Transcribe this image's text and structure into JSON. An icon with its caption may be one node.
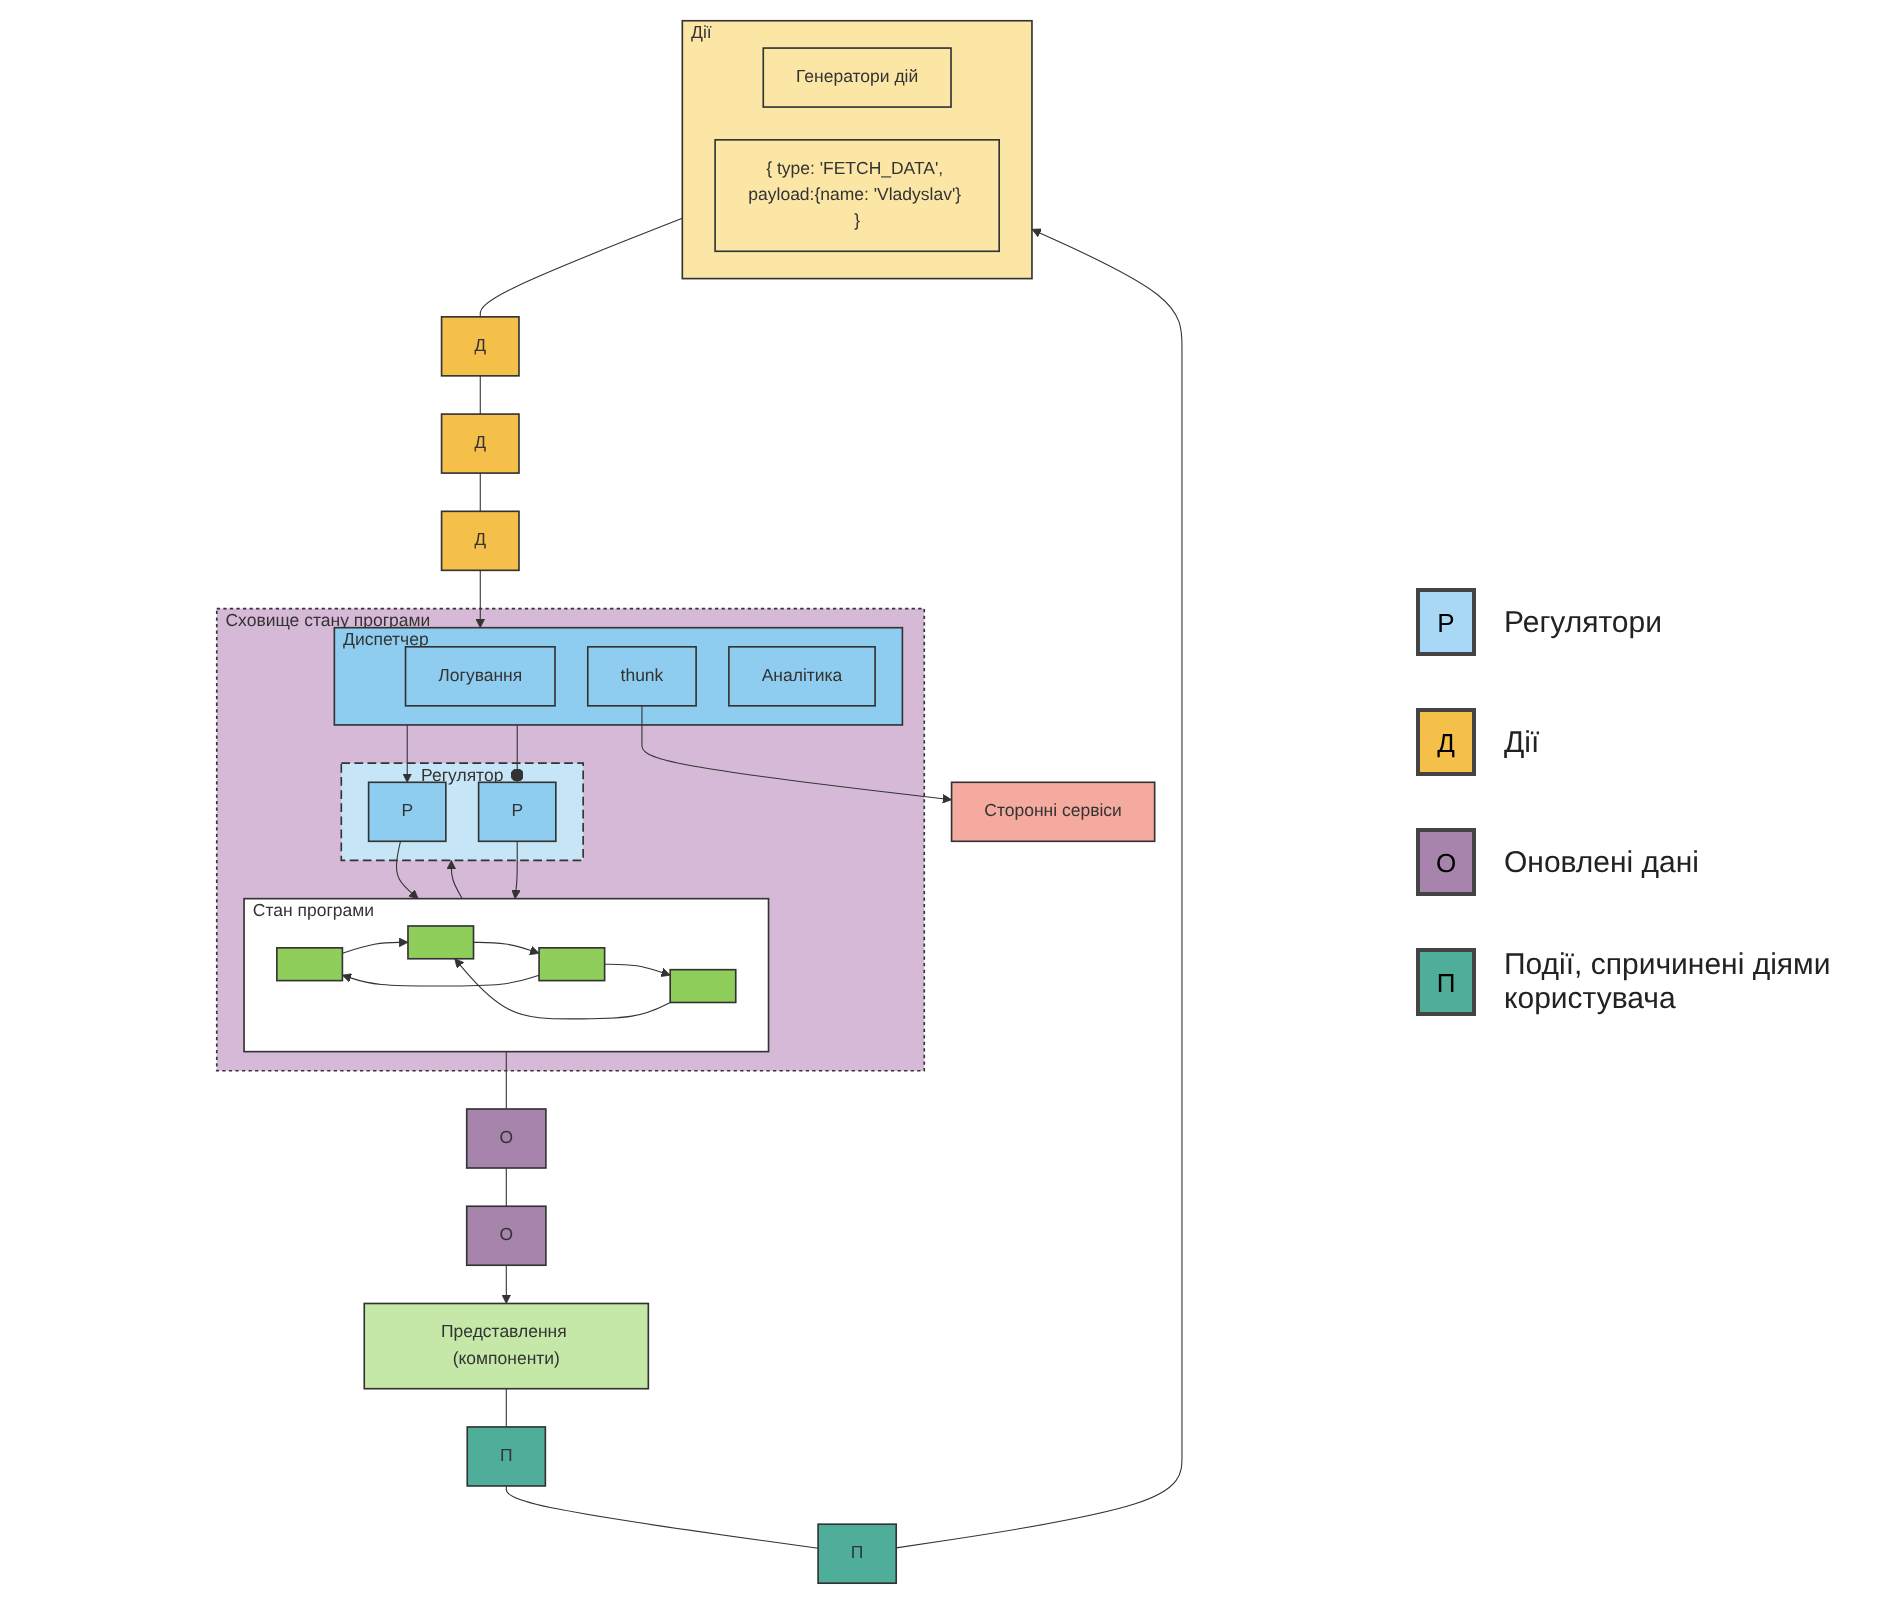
{
  "diagram": {
    "nodes": [
      {
        "text": [
          "Сховище стану програми"
        ]
      },
      {
        "text": [
          "Диспетчер"
        ],
        "in": 0
      },
      {
        "text": [
          "Логування"
        ],
        "in": 1
      },
      {
        "text": [
          "thunk"
        ],
        "in": 1
      },
      {
        "text": [
          "Аналітика"
        ],
        "in": 1
      },
      {
        "text": [
          "Сторонні сервіси"
        ]
      },
      {
        "text": [
          "Регулятор"
        ],
        "in": 0
      },
      {
        "text": [
          "Р"
        ],
        "in": 6
      },
      {
        "text": [
          "Р"
        ],
        "in": 6
      },
      {
        "text": [
          "Стан програми"
        ],
        "in": 0
      },
      {
        "text": [],
        "shape": "box",
        "in": 9
      },
      {
        "text": [],
        "shape": "box",
        "in": 9
      },
      {
        "text": [],
        "shape": "box",
        "in": 9
      },
      {
        "text": [],
        "shape": "box",
        "in": 9
      },
      {
        "text": [
          "Дії"
        ]
      },
      {
        "text": [
          "Генератори дій"
        ],
        "in": 14
      },
      {
        "text": [
          "{ type: 'FETCH_DATA', payload:{name: 'Vladyslav'} }"
        ],
        "in": 14
      },
      {
        "text": [
          "Представлення (компоненти)"
        ]
      },
      {
        "text": [
          "Д"
        ]
      },
      {
        "text": [
          "Д"
        ]
      },
      {
        "text": [
          "Д"
        ]
      },
      {
        "text": [
          "О"
        ]
      },
      {
        "text": [
          "О"
        ]
      },
      {
        "text": [
          "П"
        ]
      },
      {
        "text": [
          "П"
        ]
      }
    ],
    "edges": [
      {
        "from": 3,
        "to": 5,
        "arrow": "to"
      },
      {
        "from": 1,
        "to": 7,
        "arrow": "to"
      },
      {
        "from": 1,
        "to": 8,
        "arrow": "other"
      },
      {
        "from": 7,
        "to": 9,
        "arrow": "to"
      },
      {
        "from": 8,
        "to": 9,
        "arrow": "to"
      },
      {
        "from": 9,
        "to": 6,
        "arrow": "to"
      },
      {
        "from": 10,
        "to": 11,
        "arrow": "to"
      },
      {
        "from": 11,
        "to": 12,
        "arrow": "to"
      },
      {
        "from": 12,
        "to": 13,
        "arrow": "to"
      },
      {
        "from": 13,
        "to": 11,
        "arrow": "to"
      },
      {
        "from": 12,
        "to": 10,
        "arrow": "to"
      },
      {
        "from": 9,
        "to": 21,
        "arrow": "none"
      },
      {
        "from": 21,
        "to": 22,
        "arrow": "none"
      },
      {
        "from": 22,
        "to": 17,
        "arrow": "to"
      },
      {
        "from": 17,
        "to": 24,
        "arrow": "none"
      },
      {
        "from": 24,
        "to": 23,
        "arrow": "none"
      },
      {
        "from": 23,
        "to": 14,
        "arrow": "to"
      },
      {
        "from": 14,
        "to": 20,
        "arrow": "none"
      },
      {
        "from": 20,
        "to": 19,
        "arrow": "none"
      },
      {
        "from": 19,
        "to": 18,
        "arrow": "none"
      },
      {
        "from": 18,
        "to": 1,
        "arrow": "to"
      }
    ],
    "labels": [
      "Р",
      "Д",
      "О",
      "П"
    ],
    "legend": [
      {
        "text": "Регулятори",
        "color": "#a8d8f5"
      },
      {
        "text": "Дії",
        "color": "#f5c04a"
      },
      {
        "text": "Оновлені дані",
        "color": "#a684ac"
      },
      {
        "text": "Події, спричинені діями користувача",
        "color": "#4fae99"
      }
    ]
  }
}
